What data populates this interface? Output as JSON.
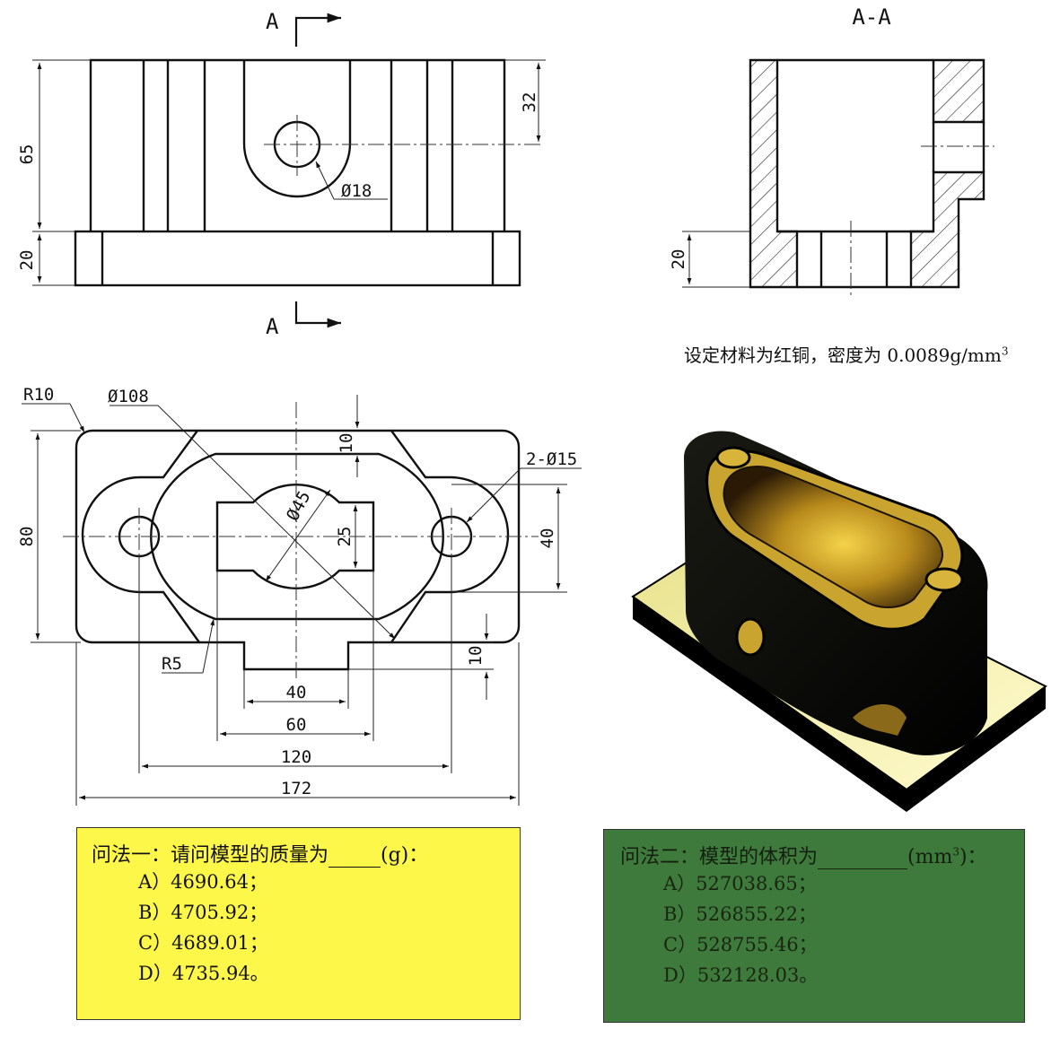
{
  "front_view": {
    "section_letter_top": "A",
    "section_letter_bottom": "A",
    "dim_65": "65",
    "dim_20": "20",
    "dim_32": "32",
    "dim_hole": "Ø18"
  },
  "section_view": {
    "title": "A-A",
    "dim_20": "20"
  },
  "material": {
    "text": "设定材料为红铜，密度为 0.0089g/mm",
    "superscript": "3"
  },
  "top_view": {
    "r10": "R10",
    "d108": "Ø108",
    "d45": "Ø45",
    "holes": "2-Ø15",
    "r5": "R5",
    "dim_80": "80",
    "dim_10_top": "10",
    "dim_25": "25",
    "dim_40_right": "40",
    "dim_10_bottom": "10",
    "dim_40": "40",
    "dim_60": "60",
    "dim_120": "120",
    "dim_172": "172"
  },
  "question1": {
    "prefix": "问法一：请问模型的质量为",
    "unit": "(g)：",
    "options": [
      "A）4690.64；",
      "B）4705.92；",
      "C）4689.01；",
      "D）4735.94。"
    ],
    "background": "#fdf74a"
  },
  "question2": {
    "prefix": "问法二：模型的体积为",
    "unit_open": "(mm",
    "unit_sup": "3",
    "unit_close": ")：",
    "options": [
      "A）527038.65；",
      "B）526855.22；",
      "C）528755.46；",
      "D）532128.03。"
    ],
    "background": "#3d7a3b"
  }
}
